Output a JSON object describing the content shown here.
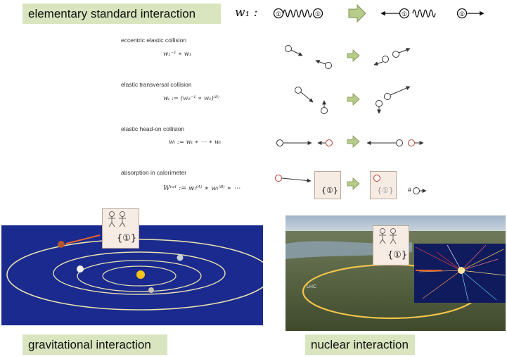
{
  "header": {
    "title": "elementary standard interaction",
    "symbol": "w₁ :"
  },
  "collisions": [
    {
      "label": "eccentric elastic collision",
      "formula": "w₁⁻¹ ∗ w₁"
    },
    {
      "label": "elastic transversal collision",
      "formula": "wₜ := (w₁⁻¹ ∗ w₁)⁽ᴮ⁾"
    },
    {
      "label": "elastic head-on collision",
      "formula": "wₗ := wₜ ∗ ⋯ ∗ wₜ"
    },
    {
      "label": "absorption in calorimeter",
      "formula": "Wᶜᵃˡ := wₗ⁽ᴬ⁾ ∗ wₗ⁽ᴮ⁾ ∗ ⋯"
    }
  ],
  "particle_symbol": "①",
  "set_symbol": "{①}",
  "hash_symbol": "#",
  "panels": {
    "gravitational_label": "gravitational interaction",
    "nuclear_label": "nuclear interaction",
    "lhc_tag": "LHC"
  },
  "colors": {
    "label_bg": "#d9e5bf",
    "arrow_green": "#b7cc8a",
    "space_blue": "#1a2a8a",
    "orbit": "#e6e2b0",
    "sun": "#f7c21b",
    "ring": "#f3c44a",
    "pointer": "#e8622a"
  }
}
